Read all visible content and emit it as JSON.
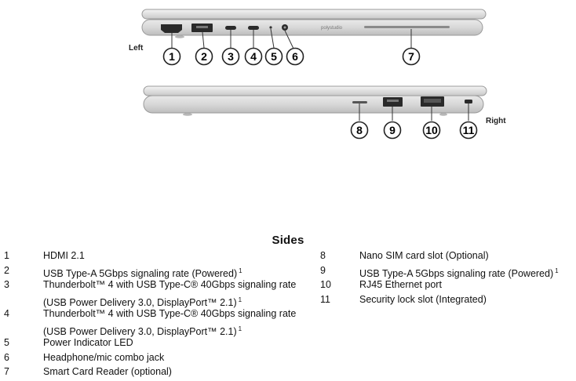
{
  "figure": {
    "left_label": "Left",
    "right_label": "Right",
    "brand_text": "polystudio",
    "left_callouts": [
      "1",
      "2",
      "3",
      "4",
      "5",
      "6",
      "7"
    ],
    "right_callouts": [
      "8",
      "9",
      "10",
      "11"
    ]
  },
  "section_title": "Sides",
  "left_column": [
    {
      "num": "1",
      "lines": [
        "HDMI 2.1"
      ],
      "footnote": ""
    },
    {
      "num": "2",
      "lines": [
        "USB Type-A 5Gbps signaling rate (Powered)"
      ],
      "footnote": "1"
    },
    {
      "num": "3",
      "lines": [
        "Thunderbolt™ 4 with USB Type-C® 40Gbps signaling rate",
        "(USB Power Delivery 3.0, DisplayPort™ 2.1)"
      ],
      "footnote": "1"
    },
    {
      "num": "4",
      "lines": [
        "Thunderbolt™ 4 with USB Type-C® 40Gbps signaling rate",
        "(USB Power Delivery 3.0, DisplayPort™ 2.1)"
      ],
      "footnote": "1"
    },
    {
      "num": "5",
      "lines": [
        "Power Indicator LED"
      ],
      "footnote": ""
    },
    {
      "num": "6",
      "lines": [
        "Headphone/mic combo jack"
      ],
      "footnote": ""
    },
    {
      "num": "7",
      "lines": [
        "Smart Card Reader (optional)"
      ],
      "footnote": ""
    }
  ],
  "right_column": [
    {
      "num": "8",
      "lines": [
        "Nano SIM card slot (Optional)"
      ],
      "footnote": ""
    },
    {
      "num": "9",
      "lines": [
        "USB Type-A 5Gbps signaling rate (Powered)"
      ],
      "footnote": "1"
    },
    {
      "num": "10",
      "lines": [
        "RJ45 Ethernet port"
      ],
      "footnote": ""
    },
    {
      "num": "11",
      "lines": [
        "Security lock slot (Integrated)"
      ],
      "footnote": ""
    }
  ]
}
